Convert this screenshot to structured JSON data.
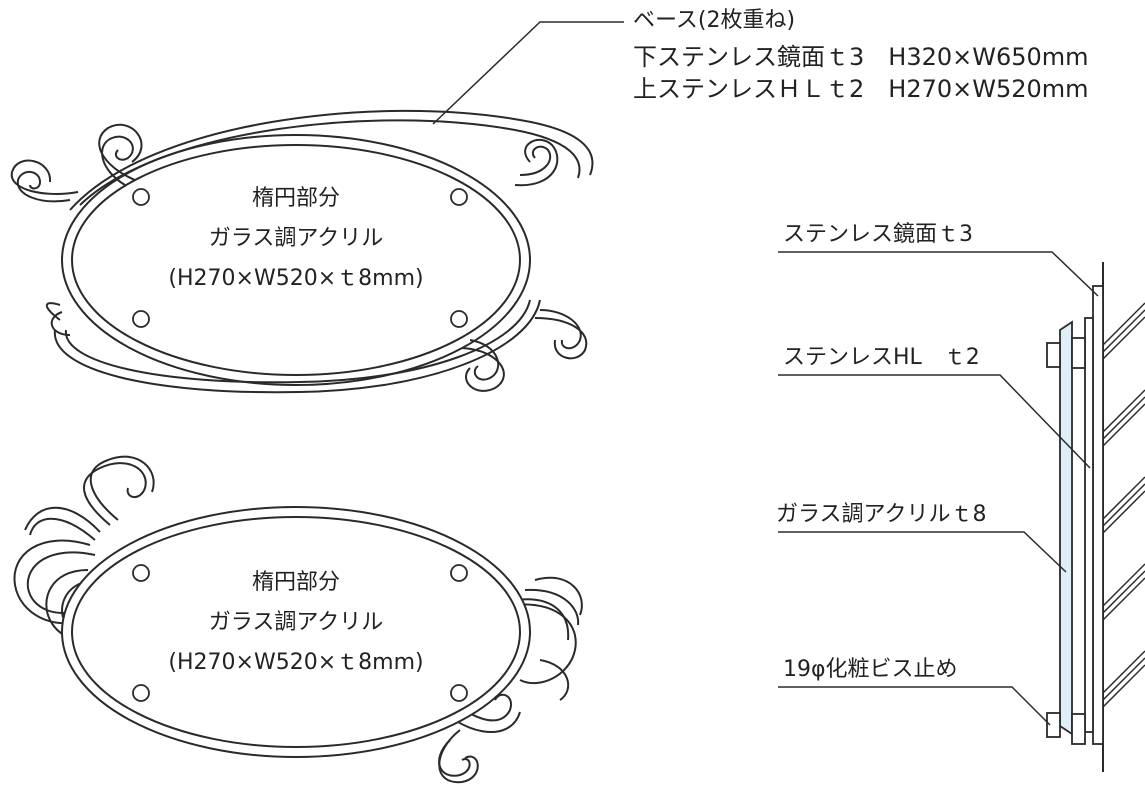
{
  "base_note": {
    "title": "ベース(2枚重ね)",
    "line1": "下ステンレス鏡面ｔ3　H320×W650mm",
    "line2": "上ステンレスＨＬｔ2　H270×W520mm"
  },
  "plate_top": {
    "line1": "楕円部分",
    "line2": "ガラス調アクリル",
    "line3": "(H270×W520×ｔ8mm)"
  },
  "plate_bottom": {
    "line1": "楕円部分",
    "line2": "ガラス調アクリル",
    "line3": "(H270×W520×ｔ8mm)"
  },
  "section_labels": {
    "stainless_mirror": "ステンレス鏡面ｔ3",
    "stainless_hl": "ステンレスHL　ｔ2",
    "acrylic": "ガラス調アクリルｔ8",
    "screw": "19φ化粧ビス止め"
  },
  "colors": {
    "line": "#2a2a2a",
    "acrylic_fill": "#dfeef7"
  }
}
